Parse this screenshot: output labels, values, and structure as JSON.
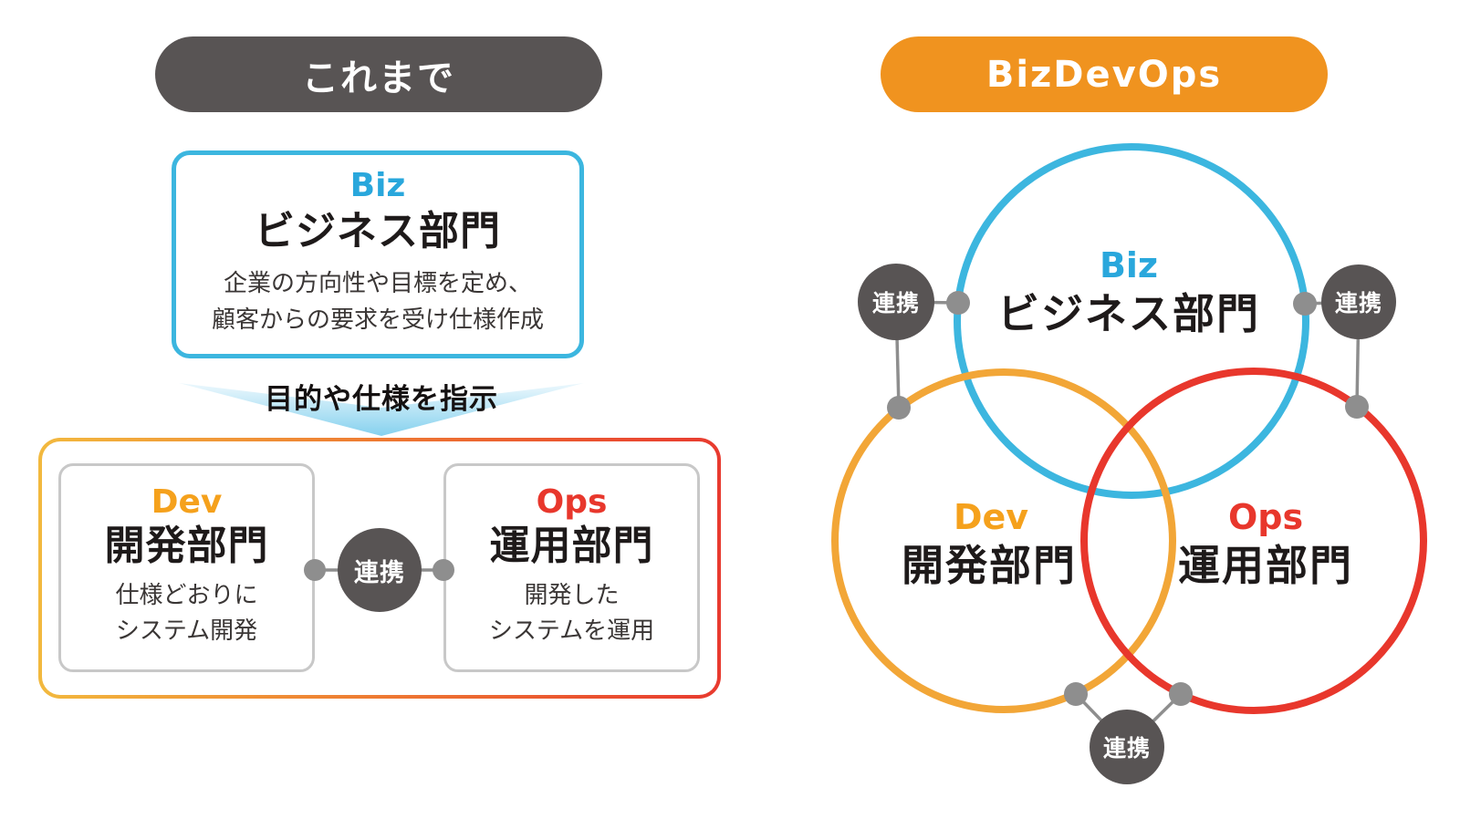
{
  "left_panel": {
    "header": "これまで",
    "biz_box": {
      "tag": "Biz",
      "title": "ビジネス部門",
      "desc_line1": "企業の方向性や目標を定め、",
      "desc_line2": "顧客からの要求を受け仕様作成"
    },
    "arrow_label": "目的や仕様を指示",
    "dev_box": {
      "tag": "Dev",
      "title": "開発部門",
      "desc_line1": "仕様どおりに",
      "desc_line2": "システム開発"
    },
    "ops_box": {
      "tag": "Ops",
      "title": "運用部門",
      "desc_line1": "開発した",
      "desc_line2": "システムを運用"
    },
    "link_label": "連携"
  },
  "right_panel": {
    "header": "BizDevOps",
    "biz": {
      "tag": "Biz",
      "title": "ビジネス部門"
    },
    "dev": {
      "tag": "Dev",
      "title": "開発部門"
    },
    "ops": {
      "tag": "Ops",
      "title": "運用部門"
    },
    "link_left": "連携",
    "link_right": "連携",
    "link_bottom": "連携"
  },
  "colors": {
    "header_gray": "#585454",
    "bizdevops_orange": "#F0931F",
    "biz_blue_border": "#3CB6DF",
    "biz_text_blue": "#29A7DC",
    "dev_text_orange": "#F5A11C",
    "dev_circle_orange": "#F2A637",
    "ops_red": "#E8372C",
    "link_circle_gray": "#585454",
    "connector_gray": "#8E8E8E",
    "sub_box_border_gray": "#C8C8C8",
    "group_border_gradient_left": "#F2B93E",
    "group_border_gradient_right": "#E83A2F",
    "arrow_gradient_top": "#E8F6FC",
    "arrow_gradient_bottom": "#85D1EE",
    "title_black": "#1E1A1A"
  }
}
